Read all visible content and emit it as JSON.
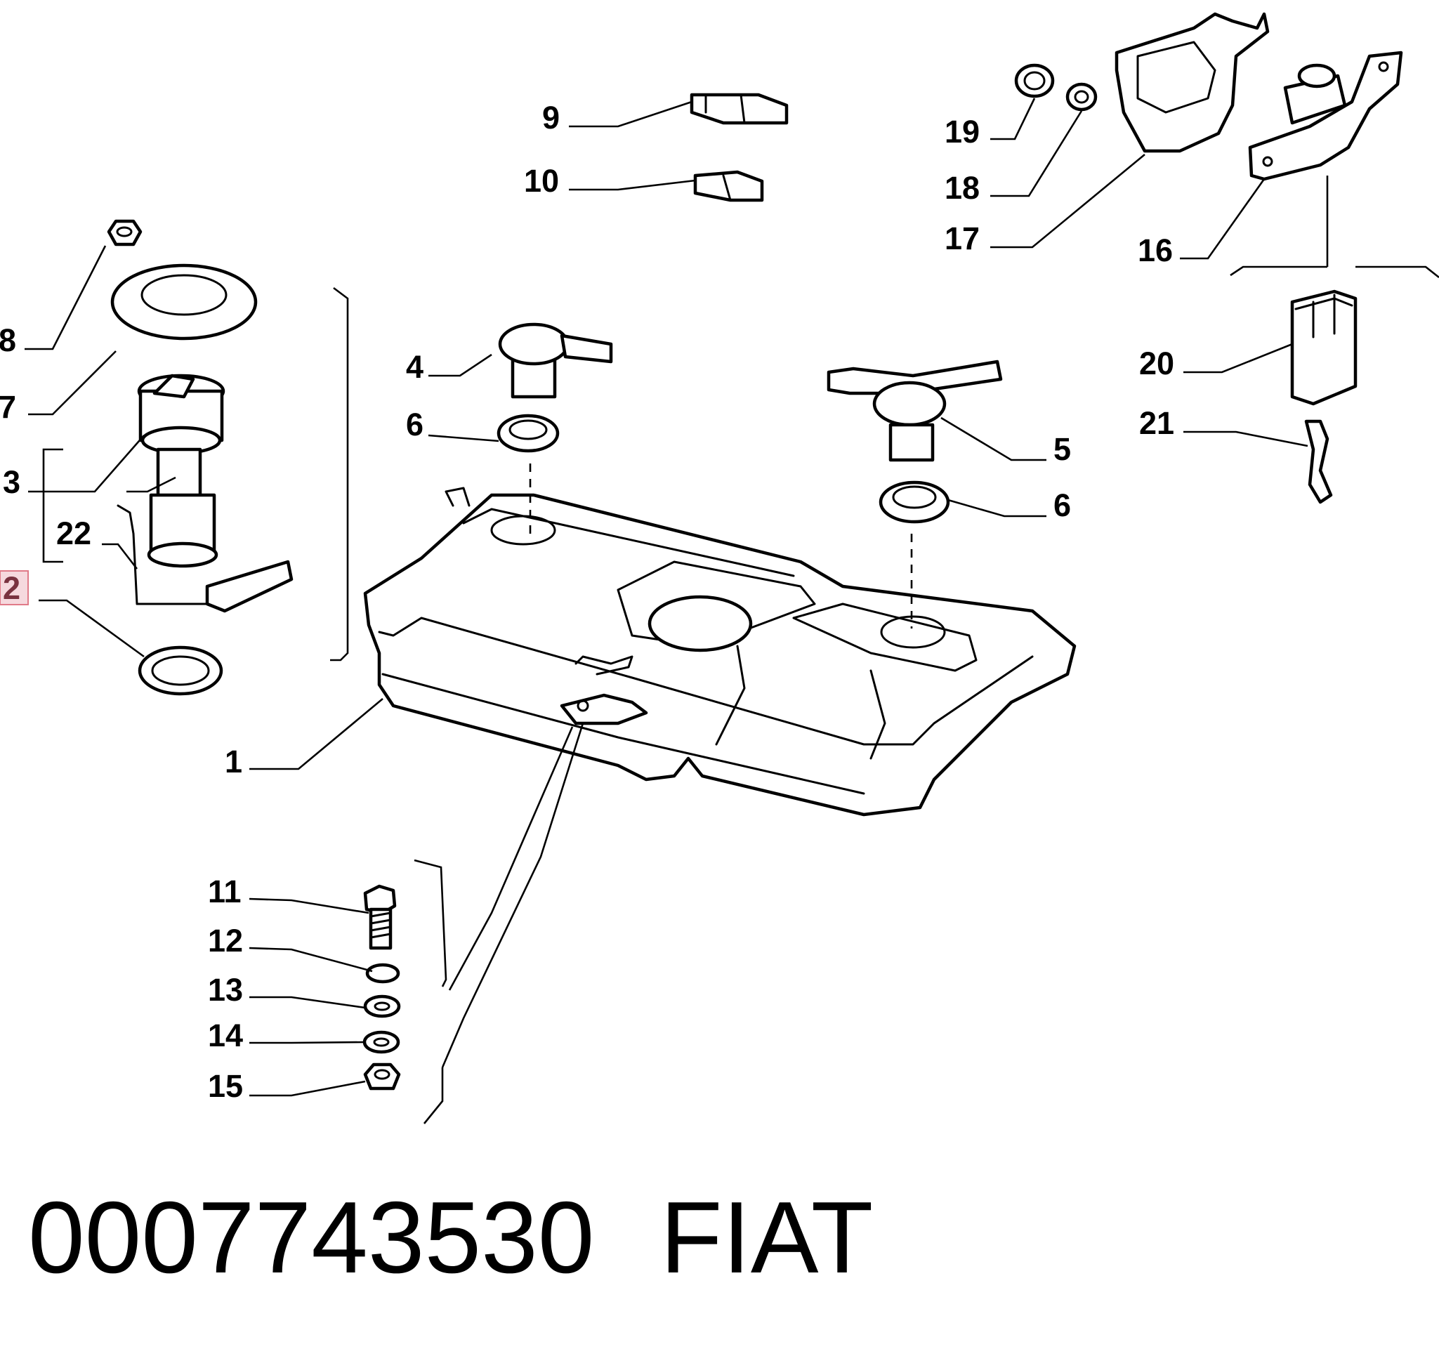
{
  "callouts": {
    "c1": "1",
    "c2": "2",
    "c3": "3",
    "c4": "4",
    "c5": "5",
    "c6a": "6",
    "c6b": "6",
    "c7": "7",
    "c8": "8",
    "c9": "9",
    "c10": "10",
    "c11": "11",
    "c12": "12",
    "c13": "13",
    "c14": "14",
    "c15": "15",
    "c16": "16",
    "c17": "17",
    "c18": "18",
    "c19": "19",
    "c20": "20",
    "c21": "21",
    "c22": "22"
  },
  "highlighted_callout": "2",
  "caption": {
    "part_number": "0007743530",
    "brand": "FIAT"
  },
  "colors": {
    "line": "#000000",
    "highlight_fill": "#f6d9de",
    "highlight_border": "#e07a88"
  }
}
